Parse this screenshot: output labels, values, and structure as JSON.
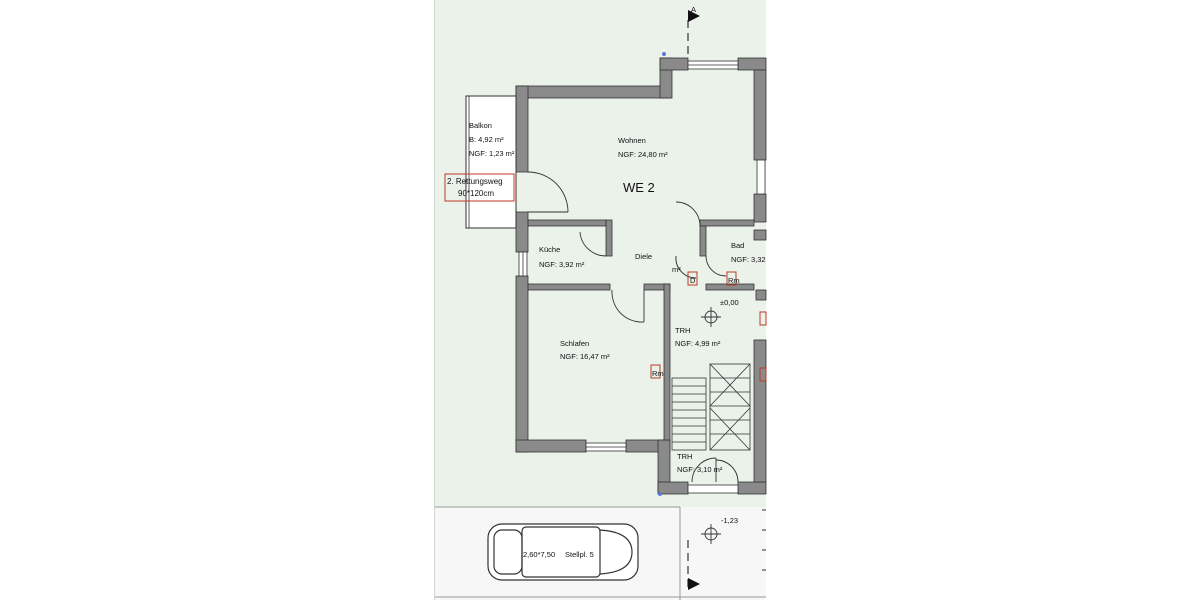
{
  "plan": {
    "unit_label": "WE 2",
    "rooms": {
      "balkon": {
        "name": "Balkon",
        "b": "B:   4,92 m²",
        "ngf": "NGF: 1,23 m²"
      },
      "wohnen": {
        "name": "Wohnen",
        "ngf": "NGF: 24,80 m²"
      },
      "kueche": {
        "name": "Küche",
        "ngf": "NGF: 3,92 m²"
      },
      "diele": {
        "name": "Diele",
        "ngf_fragment": "m²"
      },
      "bad": {
        "name": "Bad",
        "ngf": "NGF: 3,32"
      },
      "schlafen": {
        "name": "Schlafen",
        "ngf": "NGF: 16,47 m²"
      },
      "trh1": {
        "name": "TRH",
        "ngf": "NGF: 4,99 m²"
      },
      "trh2": {
        "name": "TRH",
        "ngf": "NGF: 3,10 m²"
      }
    },
    "rescue": {
      "line1": "2. Rettungsweg",
      "line2": "90*120cm"
    },
    "levels": {
      "upper": "±0,00",
      "lower": "-1,23"
    },
    "parking": {
      "size": "2,60*7,50",
      "label": "Stellpl. 5"
    },
    "section_marker": "A",
    "symbols": {
      "rm": "Rm",
      "d": "D"
    },
    "colors": {
      "wall": "#8a8a8a",
      "wall_edge": "#333333",
      "lawn": "#eaf2ea",
      "paving": "#ffffff",
      "tag": "#c0392b"
    }
  }
}
